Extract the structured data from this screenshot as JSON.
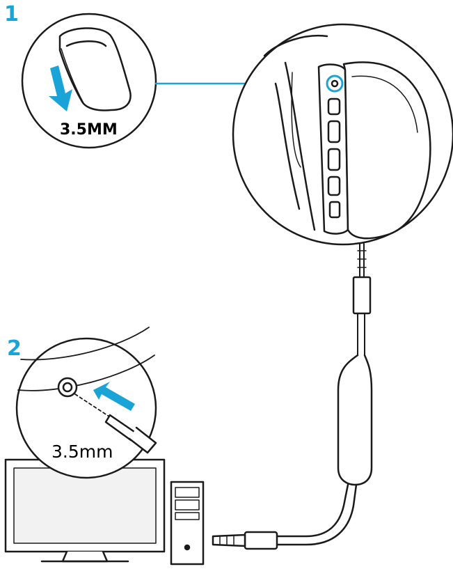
{
  "steps": [
    {
      "number": "1",
      "plug_label": "3.5MM"
    },
    {
      "number": "2",
      "plug_label": "3.5mm"
    }
  ],
  "colors": {
    "accent": "#1aa3d6",
    "line": "#1a1a1a",
    "background": "#ffffff",
    "shade": "#f2f2f2"
  },
  "icons": [
    "down-arrow-icon",
    "insert-arrow-icon",
    "audio-jack-port-icon",
    "headset-earcup-icon",
    "monitor-icon",
    "pc-tower-icon",
    "audio-plug-icon"
  ]
}
